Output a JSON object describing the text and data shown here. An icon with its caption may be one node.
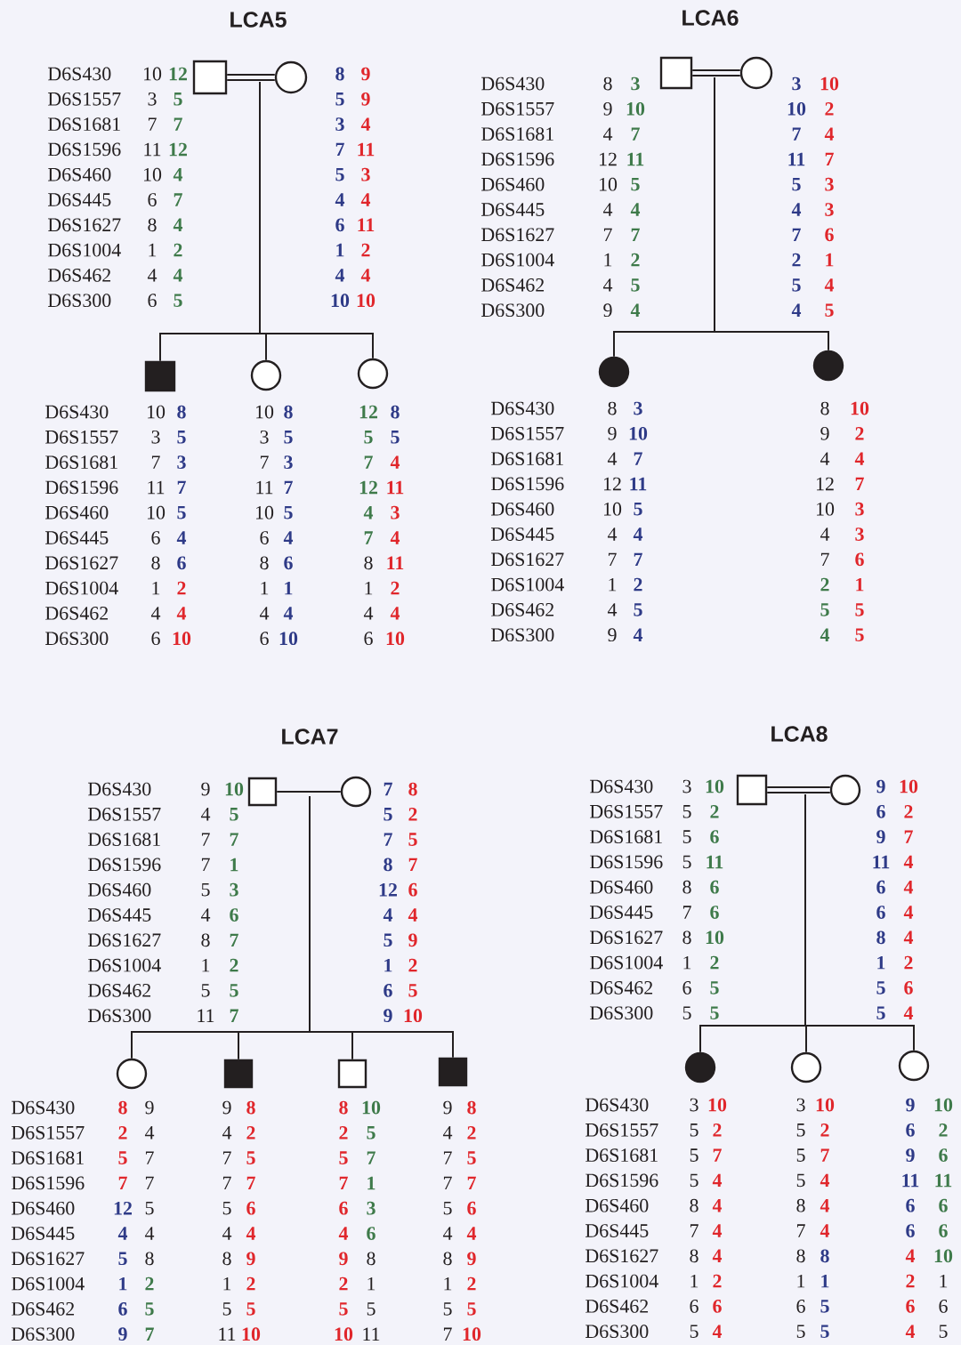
{
  "diagram": {
    "nodes": [
      {
        "text": [],
        "shape": "box",
        "beside": [
          "10",
          "12",
          "3",
          "5",
          "7",
          "7",
          "11",
          "12",
          "10",
          "4",
          "6",
          "7",
          "8",
          "4",
          "1",
          "2",
          "4",
          "4",
          "6",
          "5"
        ]
      },
      {
        "text": [],
        "shape": "circle",
        "beside": [
          "8",
          "9",
          "5",
          "9",
          "3",
          "4",
          "7",
          "11",
          "5",
          "3",
          "4",
          "4",
          "6",
          "11",
          "1",
          "2",
          "4",
          "4",
          "10",
          "10"
        ]
      },
      {
        "text": [],
        "shape": "box",
        "beside": [
          "10",
          "8",
          "3",
          "5",
          "7",
          "3",
          "11",
          "7",
          "10",
          "5",
          "6",
          "4",
          "8",
          "6",
          "1",
          "2",
          "4",
          "4",
          "6",
          "10"
        ]
      },
      {
        "text": [],
        "shape": "circle",
        "beside": [
          "10",
          "8",
          "3",
          "5",
          "7",
          "3",
          "11",
          "7",
          "10",
          "5",
          "6",
          "4",
          "8",
          "6",
          "1",
          "1",
          "4",
          "4",
          "6",
          "10"
        ]
      },
      {
        "text": [],
        "shape": "circle",
        "beside": [
          "12",
          "8",
          "5",
          "5",
          "7",
          "4",
          "12",
          "11",
          "4",
          "3",
          "7",
          "4",
          "8",
          "11",
          "1",
          "2",
          "4",
          "4",
          "6",
          "10"
        ]
      },
      {
        "text": [],
        "shape": "box",
        "beside": [
          "8",
          "3",
          "9",
          "10",
          "4",
          "7",
          "12",
          "11",
          "10",
          "5",
          "4",
          "4",
          "7",
          "7",
          "1",
          "2",
          "4",
          "5",
          "9",
          "4"
        ]
      },
      {
        "text": [],
        "shape": "circle",
        "beside": [
          "3",
          "10",
          "10",
          "2",
          "7",
          "4",
          "11",
          "7",
          "5",
          "3",
          "4",
          "3",
          "7",
          "6",
          "2",
          "1",
          "5",
          "4",
          "4",
          "5"
        ]
      },
      {
        "text": [],
        "shape": "circle",
        "beside": [
          "8",
          "3",
          "9",
          "10",
          "4",
          "7",
          "12",
          "11",
          "10",
          "5",
          "4",
          "4",
          "7",
          "7",
          "1",
          "2",
          "4",
          "5",
          "9",
          "4"
        ]
      },
      {
        "text": [],
        "shape": "circle",
        "beside": [
          "8",
          "10",
          "9",
          "2",
          "4",
          "4",
          "12",
          "7",
          "10",
          "3",
          "4",
          "3",
          "7",
          "6",
          "2",
          "1",
          "5",
          "5",
          "4",
          "5"
        ]
      },
      {
        "text": [],
        "shape": "box",
        "beside": [
          "9",
          "10",
          "4",
          "5",
          "7",
          "7",
          "7",
          "1",
          "5",
          "3",
          "4",
          "6",
          "8",
          "7",
          "1",
          "2",
          "5",
          "5",
          "11",
          "7"
        ]
      },
      {
        "text": [],
        "shape": "circle",
        "beside": [
          "7",
          "8",
          "5",
          "2",
          "7",
          "5",
          "8",
          "7",
          "12",
          "6",
          "4",
          "4",
          "5",
          "9",
          "1",
          "2",
          "6",
          "5",
          "9",
          "10"
        ]
      },
      {
        "text": [],
        "shape": "circle",
        "beside": [
          "8",
          "9",
          "2",
          "4",
          "5",
          "7",
          "7",
          "7",
          "12",
          "5",
          "4",
          "4",
          "5",
          "8",
          "1",
          "2",
          "6",
          "5",
          "9",
          "7"
        ]
      },
      {
        "text": [],
        "shape": "box",
        "beside": [
          "9",
          "8",
          "4",
          "2",
          "7",
          "5",
          "7",
          "7",
          "5",
          "6",
          "4",
          "4",
          "8",
          "9",
          "1",
          "2",
          "5",
          "5",
          "11",
          "10"
        ]
      },
      {
        "text": [],
        "shape": "box",
        "beside": [
          "8",
          "10",
          "2",
          "5",
          "5",
          "7",
          "7",
          "1",
          "6",
          "3",
          "4",
          "6",
          "9",
          "8",
          "2",
          "1",
          "5",
          "5",
          "10",
          "11"
        ]
      },
      {
        "text": [],
        "shape": "box",
        "beside": [
          "9",
          "8",
          "4",
          "2",
          "7",
          "5",
          "7",
          "7",
          "5",
          "6",
          "4",
          "4",
          "8",
          "9",
          "1",
          "2",
          "5",
          "5",
          "7",
          "10"
        ]
      },
      {
        "text": [],
        "shape": "box",
        "beside": [
          "3",
          "10",
          "5",
          "2",
          "5",
          "6",
          "5",
          "11",
          "8",
          "6",
          "7",
          "6",
          "8",
          "10",
          "1",
          "2",
          "6",
          "5",
          "5",
          "5"
        ]
      },
      {
        "text": [],
        "shape": "circle",
        "beside": [
          "9",
          "10",
          "6",
          "2",
          "9",
          "7",
          "11",
          "4",
          "6",
          "4",
          "6",
          "4",
          "8",
          "4",
          "1",
          "2",
          "5",
          "6",
          "5",
          "4"
        ]
      },
      {
        "text": [],
        "shape": "circle",
        "beside": [
          "3",
          "10",
          "5",
          "2",
          "5",
          "7",
          "5",
          "4",
          "8",
          "4",
          "7",
          "4",
          "8",
          "4",
          "1",
          "2",
          "6",
          "6",
          "5",
          "4"
        ]
      },
      {
        "text": [],
        "shape": "circle",
        "beside": [
          "3",
          "10",
          "5",
          "2",
          "5",
          "7",
          "5",
          "4",
          "8",
          "4",
          "7",
          "4",
          "8",
          "8",
          "1",
          "1",
          "6",
          "5",
          "5",
          "5"
        ]
      },
      {
        "text": [],
        "shape": "circle",
        "beside": [
          "9",
          "10",
          "6",
          "2",
          "9",
          "6",
          "11",
          "11",
          "6",
          "6",
          "6",
          "6",
          "4",
          "10",
          "2",
          "1",
          "6",
          "6",
          "4",
          "5"
        ]
      }
    ],
    "edges": [
      {
        "from": 0,
        "to": 1,
        "arrow": "none"
      },
      {
        "from": null,
        "to": 2,
        "arrow": "none"
      },
      {
        "from": null,
        "to": 3,
        "arrow": "none"
      },
      {
        "from": null,
        "to": 4,
        "arrow": "none"
      },
      {
        "from": 5,
        "to": 6,
        "arrow": "none"
      },
      {
        "from": null,
        "to": 7,
        "arrow": "none"
      },
      {
        "from": null,
        "to": 8,
        "arrow": "none"
      },
      {
        "from": 9,
        "to": 10,
        "arrow": "none"
      },
      {
        "from": null,
        "to": 11,
        "arrow": "none"
      },
      {
        "from": null,
        "to": 12,
        "arrow": "none"
      },
      {
        "from": null,
        "to": 13,
        "arrow": "none"
      },
      {
        "from": null,
        "to": 14,
        "arrow": "none"
      },
      {
        "from": 15,
        "to": 16,
        "arrow": "none"
      },
      {
        "from": null,
        "to": 17,
        "arrow": "none"
      },
      {
        "from": null,
        "to": 18,
        "arrow": "none"
      },
      {
        "from": null,
        "to": 19,
        "arrow": "none"
      }
    ],
    "labels": [
      "LCA5",
      "LCA6",
      "LCA7",
      "LCA8",
      "D6S430",
      "D6S1557",
      "D6S1681",
      "D6S1596",
      "D6S460",
      "D6S445",
      "D6S1627",
      "D6S1004",
      "D6S462",
      "D6S300",
      "D6S430",
      "D6S1557",
      "D6S1681",
      "D6S1596",
      "D6S460",
      "D6S445",
      "D6S1627",
      "D6S1004",
      "D6S462",
      "D6S300",
      "D6S430",
      "D6S1557",
      "D6S1681",
      "D6S1596",
      "D6S460",
      "D6S445",
      "D6S1627",
      "D6S1004",
      "D6S462",
      "D6S300",
      "D6S430",
      "D6S1557",
      "D6S1681",
      "D6S1596",
      "D6S460",
      "D6S445",
      "D6S1627",
      "D6S1004",
      "D6S462",
      "D6S300",
      "D6S430",
      "D6S1557",
      "D6S1681",
      "D6S1596",
      "D6S460",
      "D6S445",
      "D6S1627",
      "D6S1004",
      "D6S462",
      "D6S300",
      "D6S430",
      "D6S1557",
      "D6S1681",
      "D6S1596",
      "D6S460",
      "D6S445",
      "D6S1627",
      "D6S1004",
      "D6S462",
      "D6S300",
      "D6S430",
      "D6S1557",
      "D6S1681",
      "D6S1596",
      "D6S460",
      "D6S445",
      "D6S1627",
      "D6S1004",
      "D6S462",
      "D6S300",
      "D6S430",
      "D6S1557",
      "D6S1681",
      "D6S1596",
      "D6S460",
      "D6S445",
      "D6S1627",
      "D6S1004",
      "D6S462",
      "D6S300"
    ]
  }
}
